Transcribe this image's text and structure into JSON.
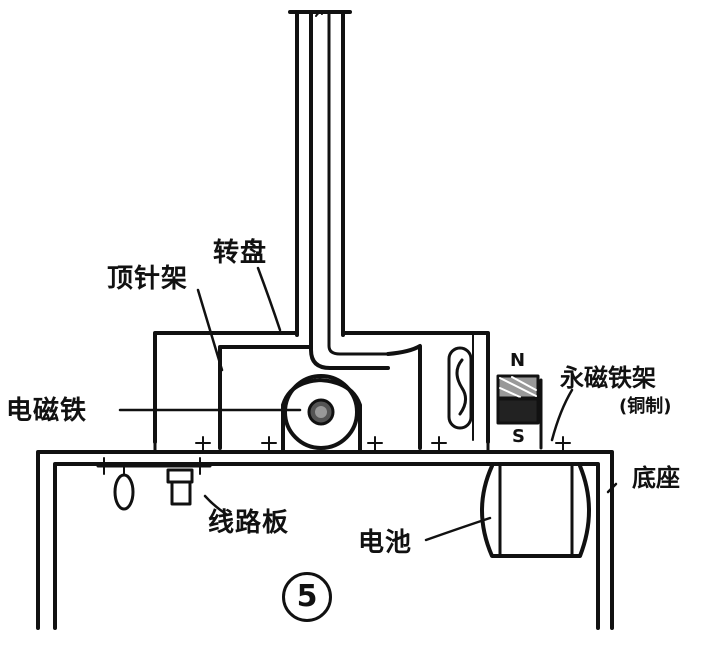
{
  "labels": {
    "turntable": "转盘",
    "needle_frame": "顶针架",
    "electromagnet": "电磁铁",
    "magnet_frame": "永磁铁架",
    "magnet_frame_note": "(铜制)",
    "base": "底座",
    "circuit_board": "线路板",
    "battery": "电池",
    "pole_n": "N",
    "pole_s": "S",
    "figure_number": "5"
  },
  "colors": {
    "ink": "#111111",
    "paper": "#ffffff"
  }
}
